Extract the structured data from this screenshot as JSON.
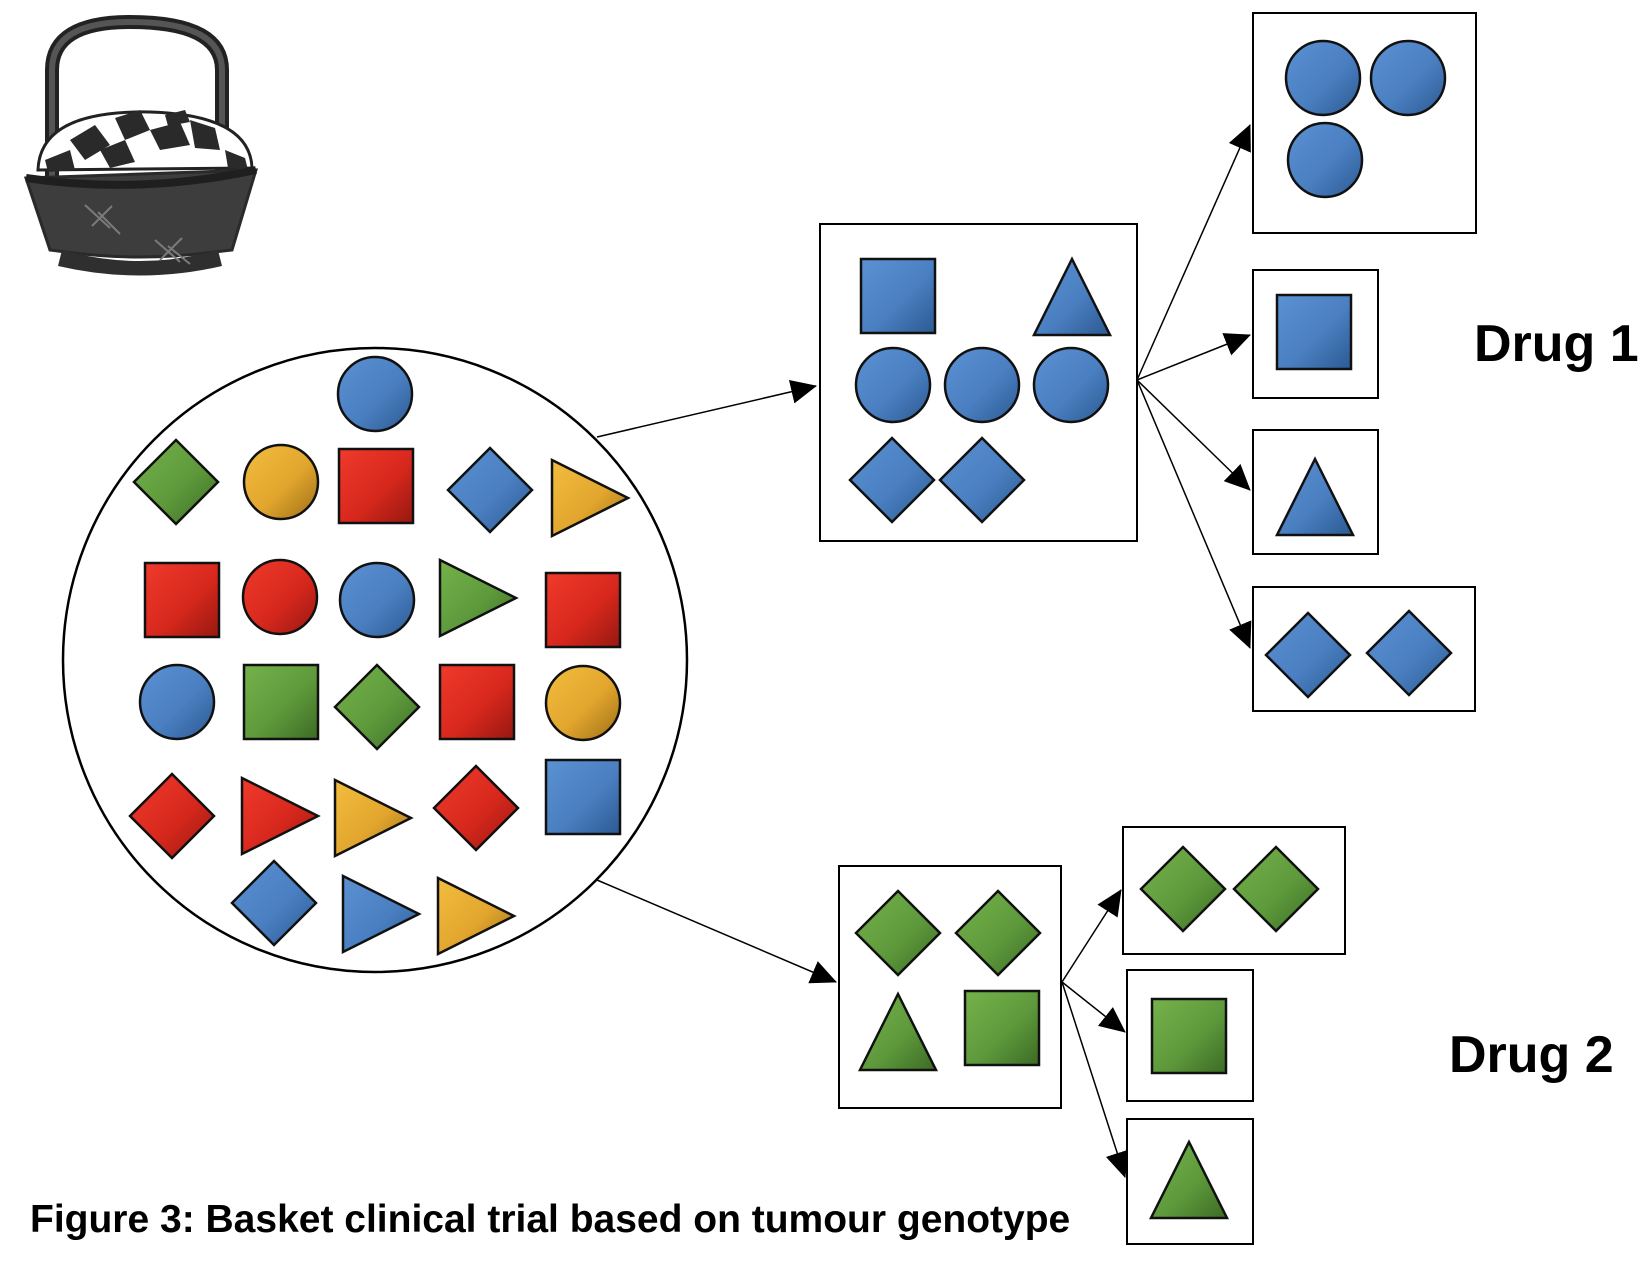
{
  "labels": {
    "drug1": "Drug 1",
    "drug2": "Drug 2"
  },
  "caption": "Figure 3: Basket clinical trial based on tumour genotype",
  "colors": {
    "blue": "#4a7fc1",
    "green": "#5e9a3c",
    "red": "#d8281d",
    "yellow": "#e2a62e",
    "basket": "#3a3a3a"
  },
  "icons": {
    "basket": "basket-icon",
    "shapes": [
      "circle",
      "square",
      "diamond",
      "triangle-up",
      "triangle-right"
    ]
  }
}
